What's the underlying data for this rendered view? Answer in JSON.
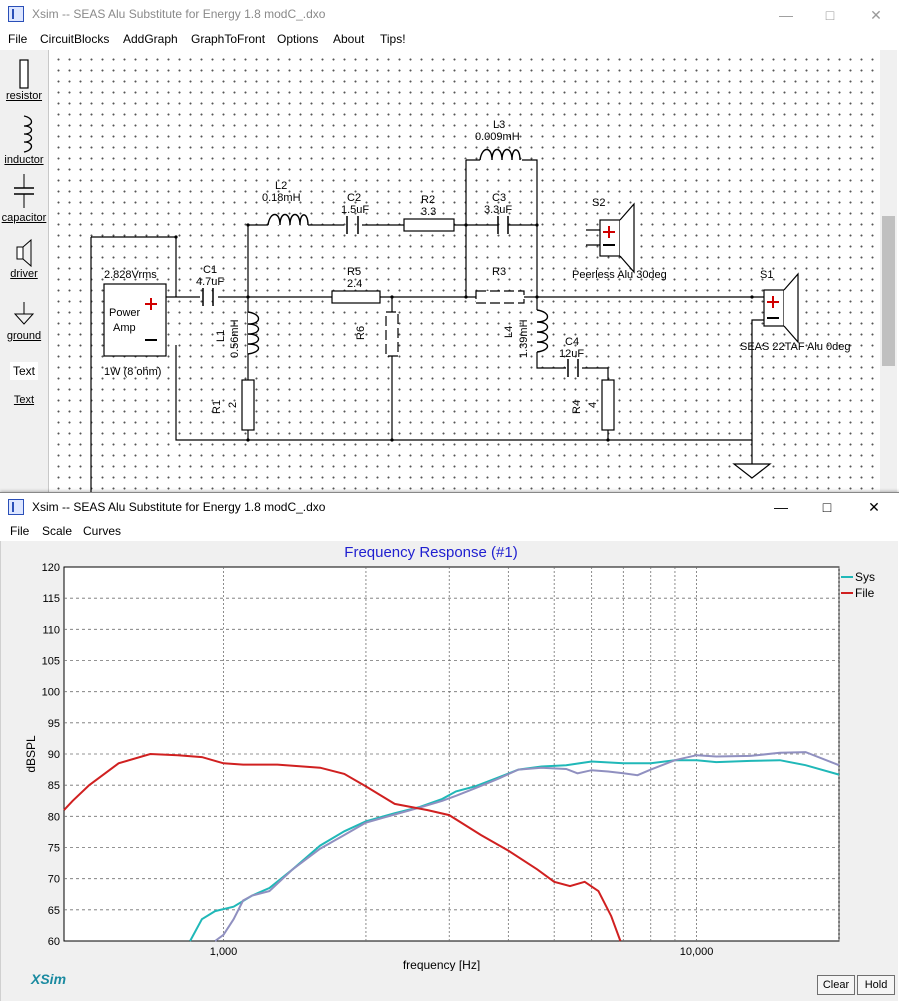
{
  "app": {
    "title": "Xsim -- SEAS Alu Substitute for Energy 1.8 modC_.dxo",
    "menu": [
      "File",
      "CircuitBlocks",
      "AddGraph",
      "GraphToFront",
      "Options",
      "About",
      "Tips!"
    ]
  },
  "palette": {
    "items": [
      {
        "label": "resistor",
        "icon": "resistor-icon"
      },
      {
        "label": "inductor",
        "icon": "inductor-icon"
      },
      {
        "label": "capacitor",
        "icon": "capacitor-icon"
      },
      {
        "label": "driver",
        "icon": "driver-icon"
      },
      {
        "label": "ground",
        "icon": "ground-icon"
      },
      {
        "label": "Text",
        "icon": "text-icon"
      },
      {
        "label": "Text",
        "icon": ""
      }
    ]
  },
  "schematic": {
    "source": {
      "voltage": "2.828Vrms",
      "name_line1": "Power",
      "name_line2": "Amp",
      "rating": "1W (8 ohm)"
    },
    "components": {
      "C1": {
        "name": "C1",
        "value": "4.7uF"
      },
      "L1": {
        "name": "L1",
        "value": "0.56mH"
      },
      "R1": {
        "name": "R1",
        "value": "2"
      },
      "L2": {
        "name": "L2",
        "value": "0.18mH"
      },
      "C2": {
        "name": "C2",
        "value": "1.5uF"
      },
      "R2": {
        "name": "R2",
        "value": "3.3"
      },
      "L3": {
        "name": "L3",
        "value": "0.009mH"
      },
      "C3": {
        "name": "C3",
        "value": "3.3uF"
      },
      "R5": {
        "name": "R5",
        "value": "2.4"
      },
      "R6": {
        "name": "R6"
      },
      "R3": {
        "name": "R3"
      },
      "L4": {
        "name": "L4",
        "value": "1.39mH"
      },
      "C4": {
        "name": "C4",
        "value": "12uF"
      },
      "R4": {
        "name": "R4",
        "value": "4"
      }
    },
    "drivers": [
      {
        "name": "S2",
        "desc": "Peerless Alu 30deg"
      },
      {
        "name": "S1",
        "desc": "SEAS 22TAF Alu  0deg"
      }
    ]
  },
  "graph_window": {
    "title": "Xsim -- SEAS Alu Substitute for Energy 1.8 modC_.dxo",
    "menu": [
      "File",
      "Scale",
      "Curves"
    ],
    "brand": "XSim",
    "buttons": {
      "clear": "Clear",
      "hold": "Hold"
    }
  },
  "chart_data": {
    "type": "line",
    "title": "Frequency Response (#1)",
    "xlabel": "frequency [Hz]",
    "ylabel": "dBSPL",
    "xscale": "log",
    "xlim": [
      460,
      20000
    ],
    "ylim": [
      60,
      120
    ],
    "ytick_step": 5,
    "xtick_labels": [
      {
        "value": 1000,
        "label": "1,000"
      },
      {
        "value": 10000,
        "label": "10,000"
      }
    ],
    "x_gridlines": [
      1000,
      2000,
      3000,
      4000,
      5000,
      6000,
      7000,
      8000,
      9000,
      10000,
      20000
    ],
    "y_gridlines": [
      65,
      70,
      75,
      80,
      85,
      90,
      95,
      100,
      105,
      110,
      115
    ],
    "grid": true,
    "legend_position": "top-right",
    "series": [
      {
        "name": "Sys",
        "color": "#20b8b8",
        "x": [
          850,
          900,
          960,
          1050,
          1150,
          1250,
          1400,
          1600,
          1800,
          2000,
          2300,
          2600,
          2900,
          3100,
          3400,
          3800,
          4200,
          4700,
          5300,
          6000,
          7000,
          8000,
          9000,
          10000,
          11000,
          13000,
          15000,
          17000,
          20000
        ],
        "y": [
          60,
          63.5,
          64.8,
          65.5,
          67.3,
          68.5,
          71.5,
          75.3,
          77.6,
          79.2,
          80.5,
          81.5,
          82.8,
          84,
          84.8,
          86.2,
          87.5,
          88,
          88.2,
          88.8,
          88.5,
          88.5,
          89,
          89,
          88.7,
          88.9,
          89,
          88.2,
          86.7
        ]
      },
      {
        "name": "",
        "color": "#9090c0",
        "x": [
          960,
          1000,
          1050,
          1100,
          1150,
          1250,
          1400,
          1600,
          1800,
          2000,
          2300,
          2600,
          2900,
          3100,
          3400,
          3800,
          4200,
          4700,
          5300,
          5600,
          6000,
          6500,
          7000,
          7500,
          8000,
          9000,
          10000,
          11000,
          13000,
          15000,
          17000,
          20000
        ],
        "y": [
          60,
          61,
          63.5,
          66.5,
          67.3,
          68,
          71.5,
          74.8,
          77,
          79,
          80.3,
          81.4,
          82.5,
          83.3,
          84.5,
          86,
          87.5,
          87.8,
          87.6,
          86.9,
          87.4,
          87.2,
          86.9,
          86.6,
          87.5,
          89,
          89.8,
          89.6,
          89.7,
          90.2,
          90.3,
          88.2
        ]
      },
      {
        "name": "File",
        "color": "#d02020",
        "x": [
          460,
          480,
          520,
          600,
          700,
          800,
          900,
          1000,
          1100,
          1300,
          1600,
          1800,
          2000,
          2300,
          2700,
          3000,
          3500,
          4000,
          4600,
          5000,
          5400,
          5800,
          6200,
          6600,
          6900
        ],
        "y": [
          81,
          82.5,
          85,
          88.5,
          90,
          89.8,
          89.5,
          88.5,
          88.3,
          88.3,
          87.8,
          86.8,
          84.8,
          82,
          81,
          80.2,
          77,
          74.5,
          71.5,
          69.5,
          68.8,
          69.5,
          68,
          64,
          60
        ]
      }
    ]
  }
}
